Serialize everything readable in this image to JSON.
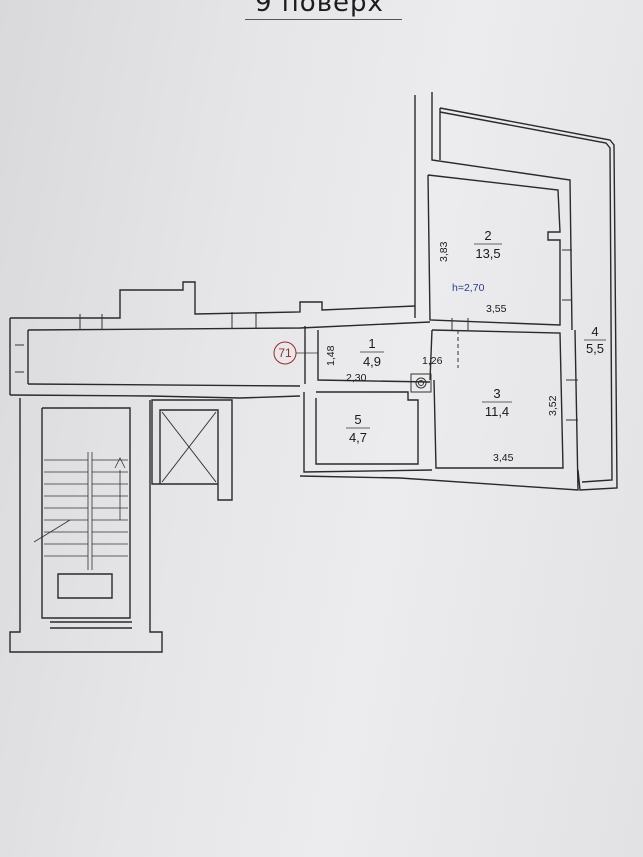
{
  "header": {
    "title": "9 поверх"
  },
  "apartment": {
    "number": "71"
  },
  "ceiling_height": "h=2,70",
  "rooms": [
    {
      "id": "1",
      "area": "4,9"
    },
    {
      "id": "2",
      "area": "13,5"
    },
    {
      "id": "3",
      "area": "11,4"
    },
    {
      "id": "4",
      "area": "5,5"
    },
    {
      "id": "5",
      "area": "4,7"
    }
  ],
  "dimensions": {
    "room2_height": "3,83",
    "room2_width": "3,55",
    "room1_height": "1,48",
    "corridor_width": "1,26",
    "room5_width": "2,30",
    "room3_height": "3,52",
    "room3_width": "3,45"
  },
  "colors": {
    "wall": "#2a2a2a",
    "line": "#333333",
    "apartment_circle": "#9a2a2a",
    "note": "#2a3d8f"
  }
}
